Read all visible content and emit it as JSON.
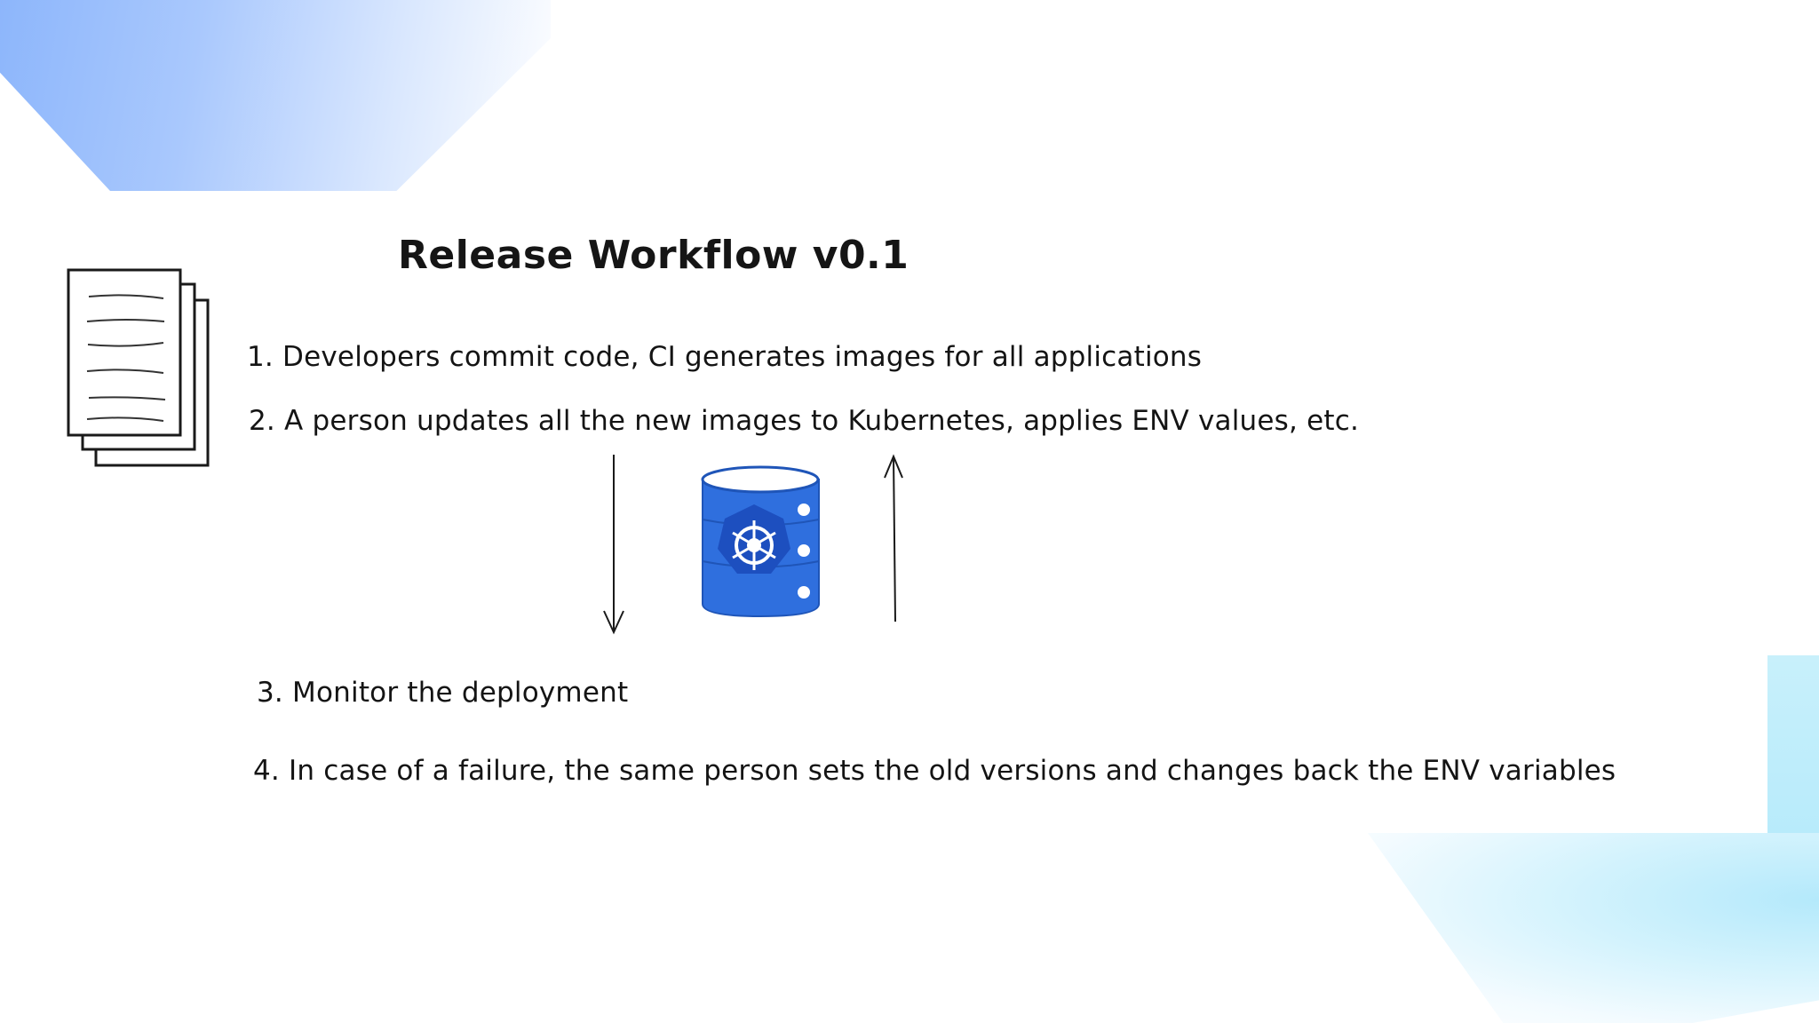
{
  "title": "Release Workflow v0.1",
  "steps": [
    {
      "number": "1.",
      "text": "Developers commit code, CI generates images for all applications"
    },
    {
      "number": "2.",
      "text": "A person updates all the new images to Kubernetes, applies ENV values, etc."
    },
    {
      "number": "3.",
      "text": "Monitor the deployment"
    },
    {
      "number": "4.",
      "text": "In case of a failure, the same person sets the old versions and changes back the ENV variables"
    }
  ],
  "icons": {
    "documents": "document-stack-icon",
    "cluster": "kubernetes-database-icon"
  },
  "colors": {
    "kube_blue": "#2f6fde",
    "kube_blue_dark": "#1f55b8",
    "ink": "#141414",
    "bg_blue": "#a9c8fd",
    "bg_cyan": "#b8ebfb"
  }
}
